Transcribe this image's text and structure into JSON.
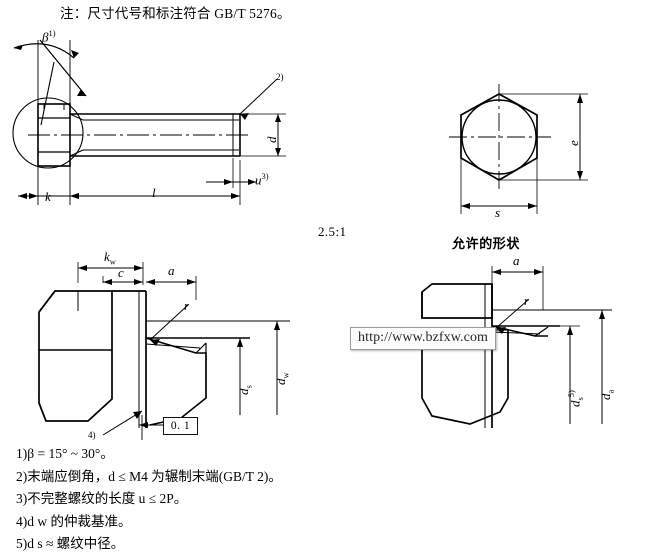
{
  "document": {
    "header_note": "注：尺寸代号和标注符合 GB/T 5276。",
    "scale_label": "2.5:1",
    "permitted_form_caption": "允许的形状",
    "tolerance_box_value": "0. 1",
    "watermark": "http://www.bzfxw.com"
  },
  "labels": {
    "beta": "β",
    "beta_sup": "1)",
    "k": "k",
    "l": "l",
    "d": "d",
    "u": "u",
    "u_sup": "3)",
    "callout2": "2)",
    "callout4": "4)",
    "e": "e",
    "s": "s",
    "kw": "k",
    "kw_sub": "w",
    "c": "c",
    "a": "a",
    "r": "r",
    "ds": "d",
    "ds_sub": "s",
    "dw": "d",
    "dw_sub": "w",
    "da": "d",
    "da_sub": "a",
    "ds_right": "d",
    "ds_right_sub": "s",
    "ds_right_sup": "5)",
    "a_right": "a",
    "r_right": "r"
  },
  "notes": [
    {
      "num": "1)",
      "text": "β = 15° ~ 30°。"
    },
    {
      "num": "2)",
      "text": "末端应倒角，d ≤ M4 为辗制末端(GB/T 2)。"
    },
    {
      "num": "3)",
      "text": "不完整螺纹的长度 u ≤ 2P。"
    },
    {
      "num": "4)",
      "text": "dw 的仲裁基准。"
    },
    {
      "num": "5)",
      "text": "ds ≈ 螺纹中径。"
    }
  ],
  "notes_rendered": [
    "1)β = 15° ~ 30°。",
    "2)末端应倒角，d ≤ M4 为辗制末端(GB/T 2)。",
    "3)不完整螺纹的长度 u ≤ 2P。",
    "4)d w 的仲裁基准。",
    "5)d s ≈ 螺纹中径。"
  ],
  "colors": {
    "ink": "#000000",
    "background": "#ffffff",
    "watermark_text": "#262626",
    "watermark_border": "#9a9a9a"
  }
}
